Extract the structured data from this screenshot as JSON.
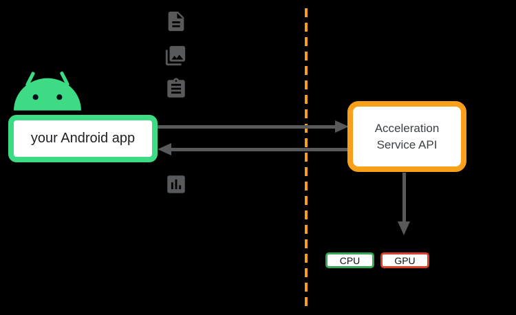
{
  "app": {
    "label": "your Android app"
  },
  "api": {
    "label_line1": "Acceleration",
    "label_line2": "Service API"
  },
  "hardware": {
    "cpu": "CPU",
    "gpu": "GPU"
  },
  "icons": [
    "android-mascot-icon",
    "document-file-icon",
    "photo-library-icon",
    "clipboard-task-icon",
    "bar-chart-stats-icon"
  ],
  "colors": {
    "background": "#000000",
    "android_green": "#3ddc84",
    "api_orange": "#f9a01b",
    "cpu_green": "#34a853",
    "gpu_red": "#d93f2b",
    "arrow_gray": "#58595b",
    "icon_gray": "#58595b",
    "text_dark": "#202124"
  }
}
